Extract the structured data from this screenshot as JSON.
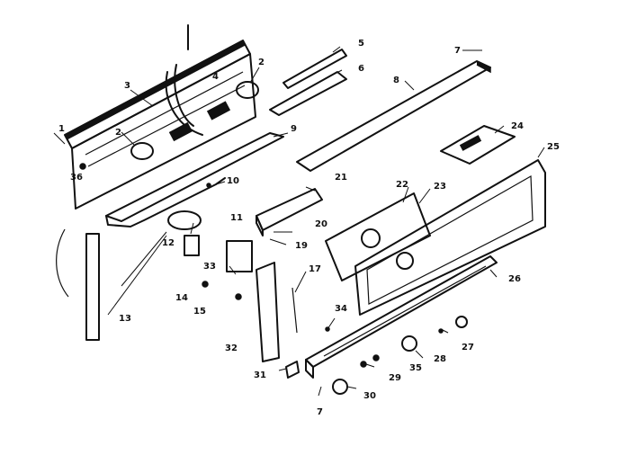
{
  "callouts": [
    {
      "id": "c1",
      "text": "1"
    },
    {
      "id": "c2a",
      "text": "2"
    },
    {
      "id": "c2b",
      "text": "2"
    },
    {
      "id": "c3",
      "text": "3"
    },
    {
      "id": "c4",
      "text": "4"
    },
    {
      "id": "c5",
      "text": "5"
    },
    {
      "id": "c6",
      "text": "6"
    },
    {
      "id": "c7a",
      "text": "7"
    },
    {
      "id": "c7b",
      "text": "7"
    },
    {
      "id": "c8",
      "text": "8"
    },
    {
      "id": "c9",
      "text": "9"
    },
    {
      "id": "c10",
      "text": "10"
    },
    {
      "id": "c11",
      "text": "11"
    },
    {
      "id": "c12",
      "text": "12"
    },
    {
      "id": "c13",
      "text": "13"
    },
    {
      "id": "c14",
      "text": "14"
    },
    {
      "id": "c15",
      "text": "15"
    },
    {
      "id": "c17",
      "text": "17"
    },
    {
      "id": "c19",
      "text": "19"
    },
    {
      "id": "c20",
      "text": "20"
    },
    {
      "id": "c21",
      "text": "21"
    },
    {
      "id": "c22",
      "text": "22"
    },
    {
      "id": "c23",
      "text": "23"
    },
    {
      "id": "c24",
      "text": "24"
    },
    {
      "id": "c25",
      "text": "25"
    },
    {
      "id": "c26",
      "text": "26"
    },
    {
      "id": "c27",
      "text": "27"
    },
    {
      "id": "c28",
      "text": "28"
    },
    {
      "id": "c29",
      "text": "29"
    },
    {
      "id": "c30",
      "text": "30"
    },
    {
      "id": "c31",
      "text": "31"
    },
    {
      "id": "c32",
      "text": "32"
    },
    {
      "id": "c33",
      "text": "33"
    },
    {
      "id": "c34",
      "text": "34"
    },
    {
      "id": "c35",
      "text": "35"
    },
    {
      "id": "c36",
      "text": "36"
    }
  ]
}
